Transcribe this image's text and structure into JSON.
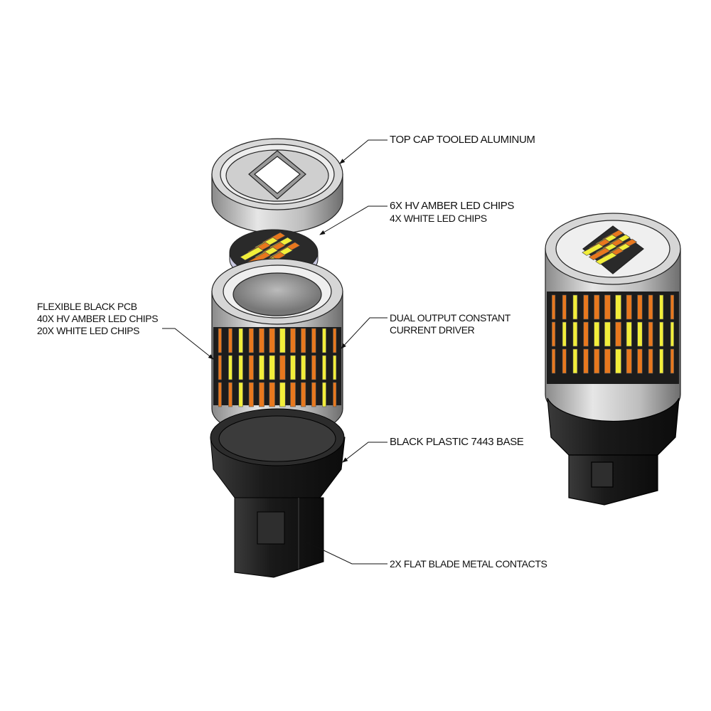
{
  "labels": {
    "top_cap": "TOP CAP TOOLED ALUMINUM",
    "top_chips_line1": "6X HV AMBER LED CHIPS",
    "top_chips_line2": "4X WHITE LED CHIPS",
    "pcb_line1": "FLEXIBLE BLACK PCB",
    "pcb_line2": "40X HV AMBER LED CHIPS",
    "pcb_line3": "20X WHITE LED CHIPS",
    "driver_line1": "DUAL OUTPUT CONSTANT",
    "driver_line2": "CURRENT DRIVER",
    "base": "BLACK PLASTIC 7443 BASE",
    "contacts": "2X FLAT BLADE METAL CONTACTS"
  },
  "colors": {
    "amber": "#e8781e",
    "white_led": "#f2ee3a",
    "aluminum": "#c9c9c9",
    "base": "#1e1e1e"
  }
}
